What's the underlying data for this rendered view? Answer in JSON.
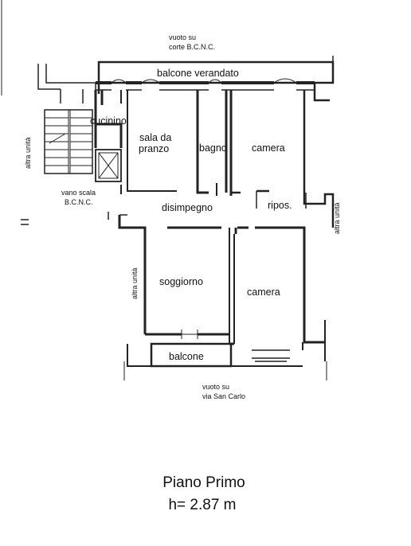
{
  "labels": {
    "top_void": [
      "vuoto su",
      "corte B.C.N.C."
    ],
    "bottom_void": [
      "vuoto su",
      "via San Carlo"
    ],
    "stairwell": [
      "vano scala",
      "B.C.N.C."
    ],
    "other_unit_left_top": "altra unità",
    "other_unit_left_bottom": "altra unità",
    "other_unit_right": "altra unità"
  },
  "rooms": {
    "balcone_verandato": "balcone verandato",
    "cucinino": "cucinino",
    "sala_da_pranzo": [
      "sala da",
      "pranzo"
    ],
    "bagno": "bagno",
    "camera_top": "camera",
    "disimpegno": "disimpegno",
    "ripos": "ripos.",
    "soggiorno": "soggiorno",
    "camera_bottom": "camera",
    "balcone": "balcone"
  },
  "caption": {
    "title": "Piano Primo",
    "height": "h= 2.87 m"
  }
}
